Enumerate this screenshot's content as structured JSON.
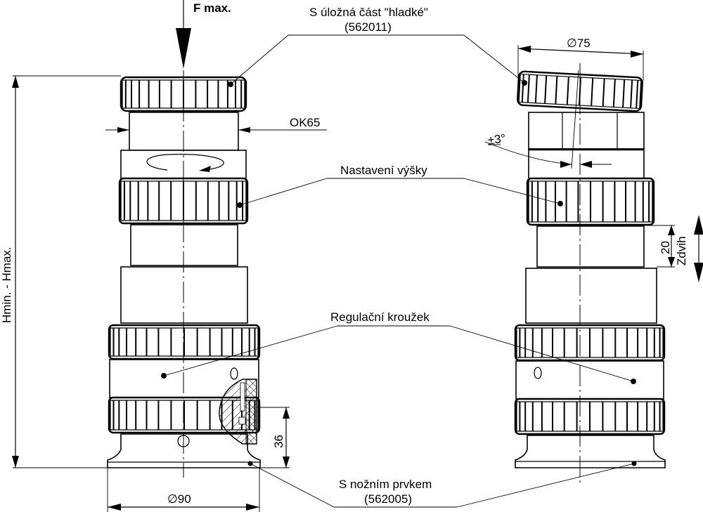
{
  "drawing": {
    "title": "Height-adjustable support element — technical drawing",
    "colors": {
      "line": "#000000",
      "background": "#ffffff"
    },
    "labels": {
      "force": "F max.",
      "top_part": "S úložná část \"hladké\"",
      "top_part_code": "(562011)",
      "thread": "OK65",
      "height_adjust": "Nastavení výšky",
      "regulating_ring": "Regulační kroužek",
      "foot_part": "S nožním prvkem",
      "foot_part_code": "(562005)",
      "height_range": "Hmin. - Hmax.",
      "tilt": "±3°",
      "stroke_label": "Zdvih"
    },
    "dimensions": {
      "top_diameter": "∅75",
      "base_diameter": "∅90",
      "stroke": "20",
      "section_height": "36"
    }
  }
}
